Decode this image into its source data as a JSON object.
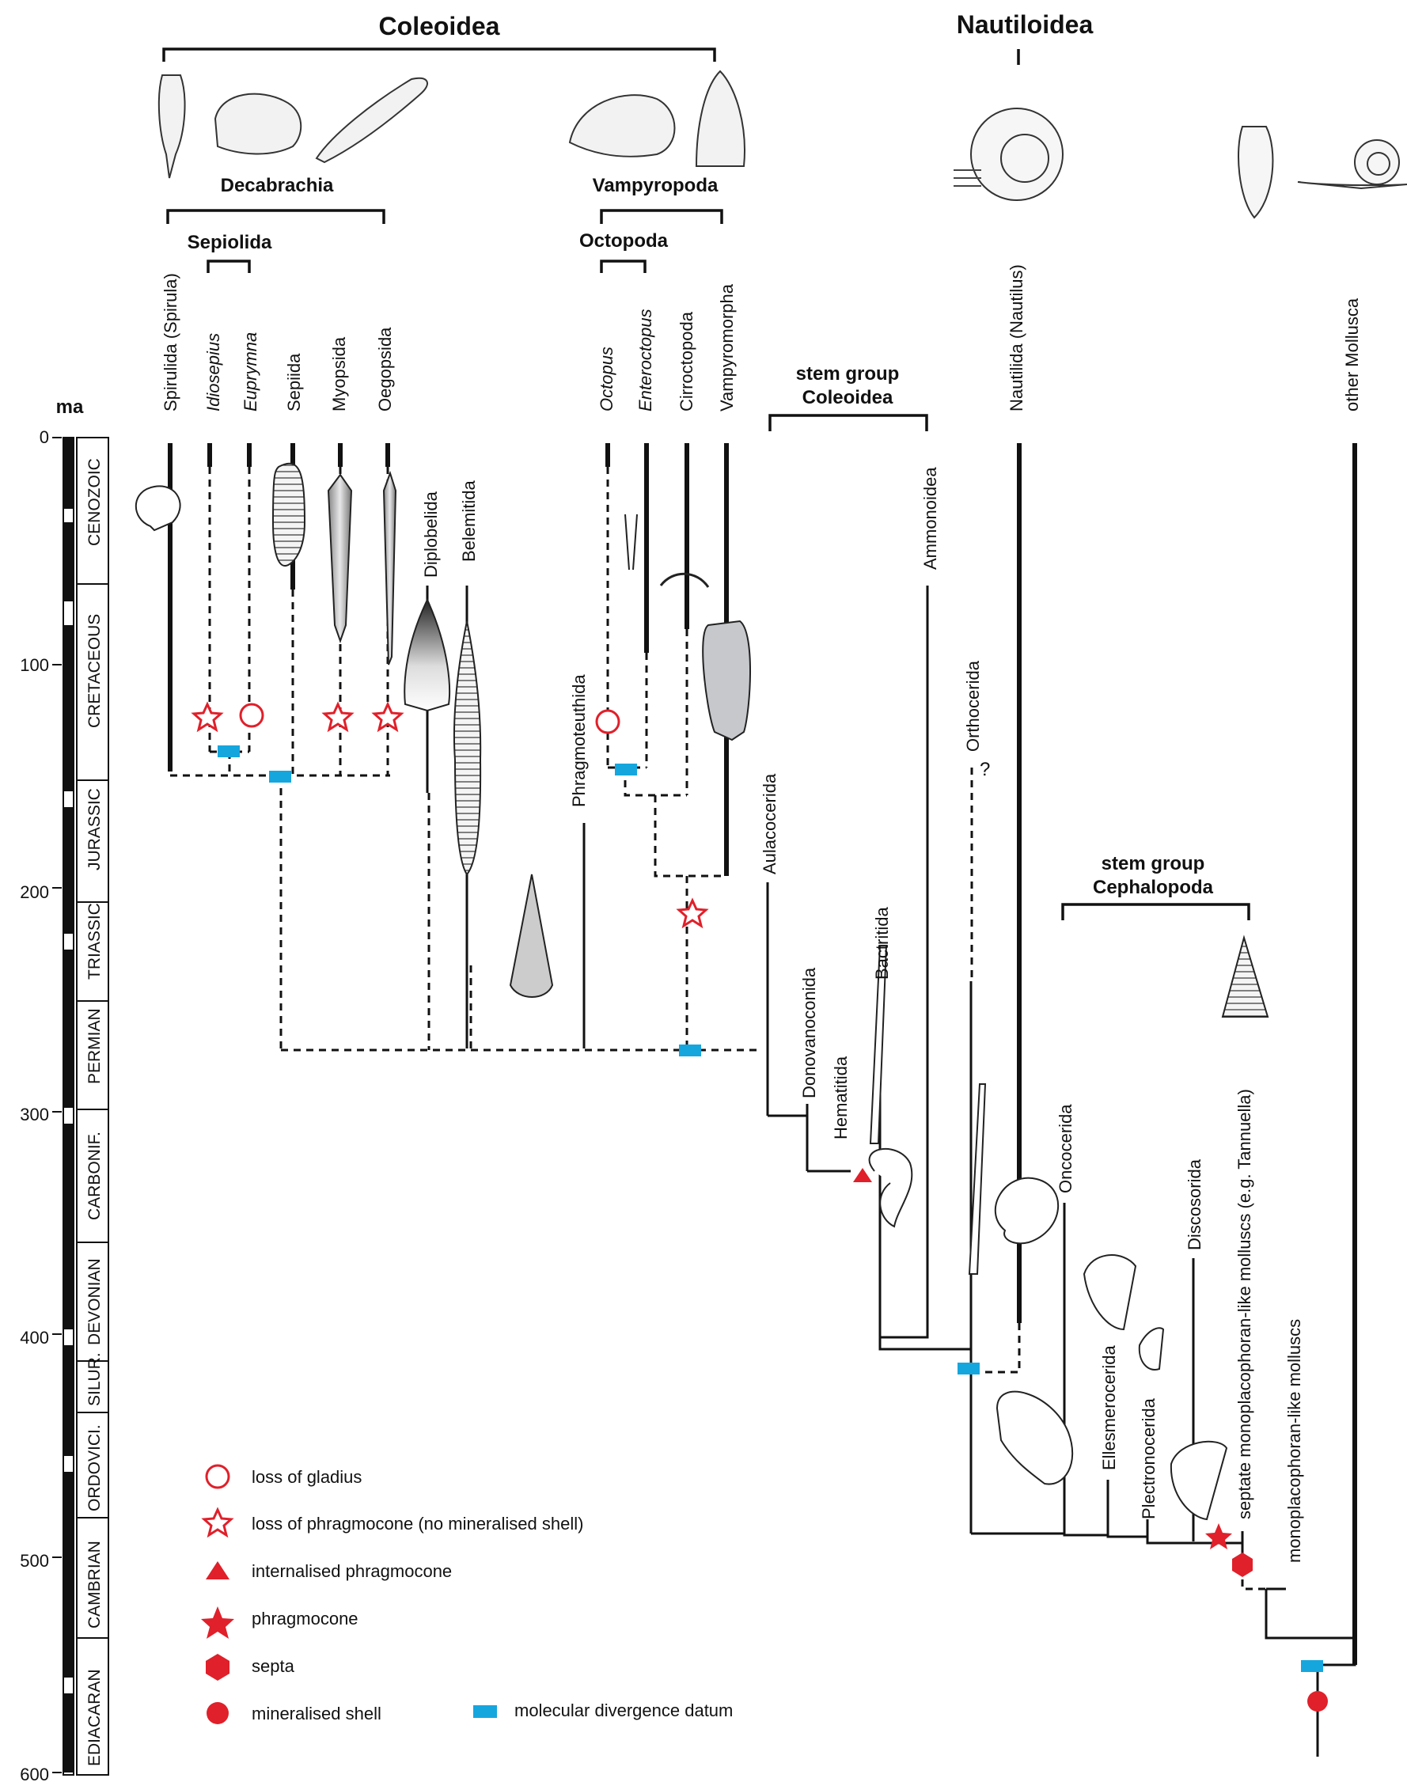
{
  "headings": {
    "coleoidea": "Coleoidea",
    "nautiloidea": "Nautiloidea",
    "decabrachia": "Decabrachia",
    "vampyropoda": "Vampyropoda",
    "sepiolida": "Sepiolida",
    "octopoda": "Octopoda",
    "stem_coleoidea_1": "stem group",
    "stem_coleoidea_2": "Coleoidea",
    "stem_cephalopoda_1": "stem group",
    "stem_cephalopoda_2": "Cephalopoda"
  },
  "axis": {
    "unit": "ma",
    "ticks": [
      "0",
      "100",
      "200",
      "300",
      "400",
      "500",
      "600"
    ],
    "periods": [
      "CENOZOIC",
      "CRETACEOUS",
      "JURASSIC",
      "TRIASSIC",
      "PERMIAN",
      "CARBONIF.",
      "DEVONIAN",
      "SILUR.",
      "ORDOVICI.",
      "CAMBRIAN",
      "EDIACARAN"
    ]
  },
  "taxa": {
    "spirulida": "Spirulida (Spirula)",
    "idiosepius": "Idiosepius",
    "euprymna": "Euprymna",
    "sepiida": "Sepiida",
    "myopsida": "Myopsida",
    "oegopsida": "Oegopsida",
    "octopus": "Octopus",
    "enteroctopus": "Enteroctopus",
    "cirroctopoda": "Cirroctopoda",
    "vampyromorpha": "Vampyromorpha",
    "nautilida": "Nautilida (Nautilus)",
    "other_mollusca": "other Mollusca",
    "diplobelida": "Diplobelida",
    "belemitida": "Belemitida",
    "phragmoteuthida": "Phragmoteuthida",
    "aulacocerida": "Aulacocerida",
    "ammonoidea": "Ammonoidea",
    "orthocerida": "Orthocerida",
    "donovanoconida": "Donovanoconida",
    "hematitida": "Hematitida",
    "bactritida": "Bactritida",
    "oncocerida": "Oncocerida",
    "ellesmerocerida": "Ellesmerocerida",
    "plectronocerida": "Plectronocerida",
    "discosorida": "Discosorida",
    "septate": "septate monoplacophoran-like molluscs (e.g. Tannuella)",
    "monoplacophoran": "monoplacophoran-like molluscs"
  },
  "question_mark": "?",
  "legend": {
    "gladius": "loss of gladius",
    "phragmocone_loss": "loss of phragmocone (no mineralised shell)",
    "internalised": "internalised phragmocone",
    "phragmocone": "phragmocone",
    "septa": "septa",
    "mineralised": "mineralised shell",
    "molecular": "molecular divergence datum"
  },
  "colors": {
    "red": "#e0202a",
    "blue": "#16a6de",
    "black": "#111111",
    "grey": "#c6c8cc"
  }
}
